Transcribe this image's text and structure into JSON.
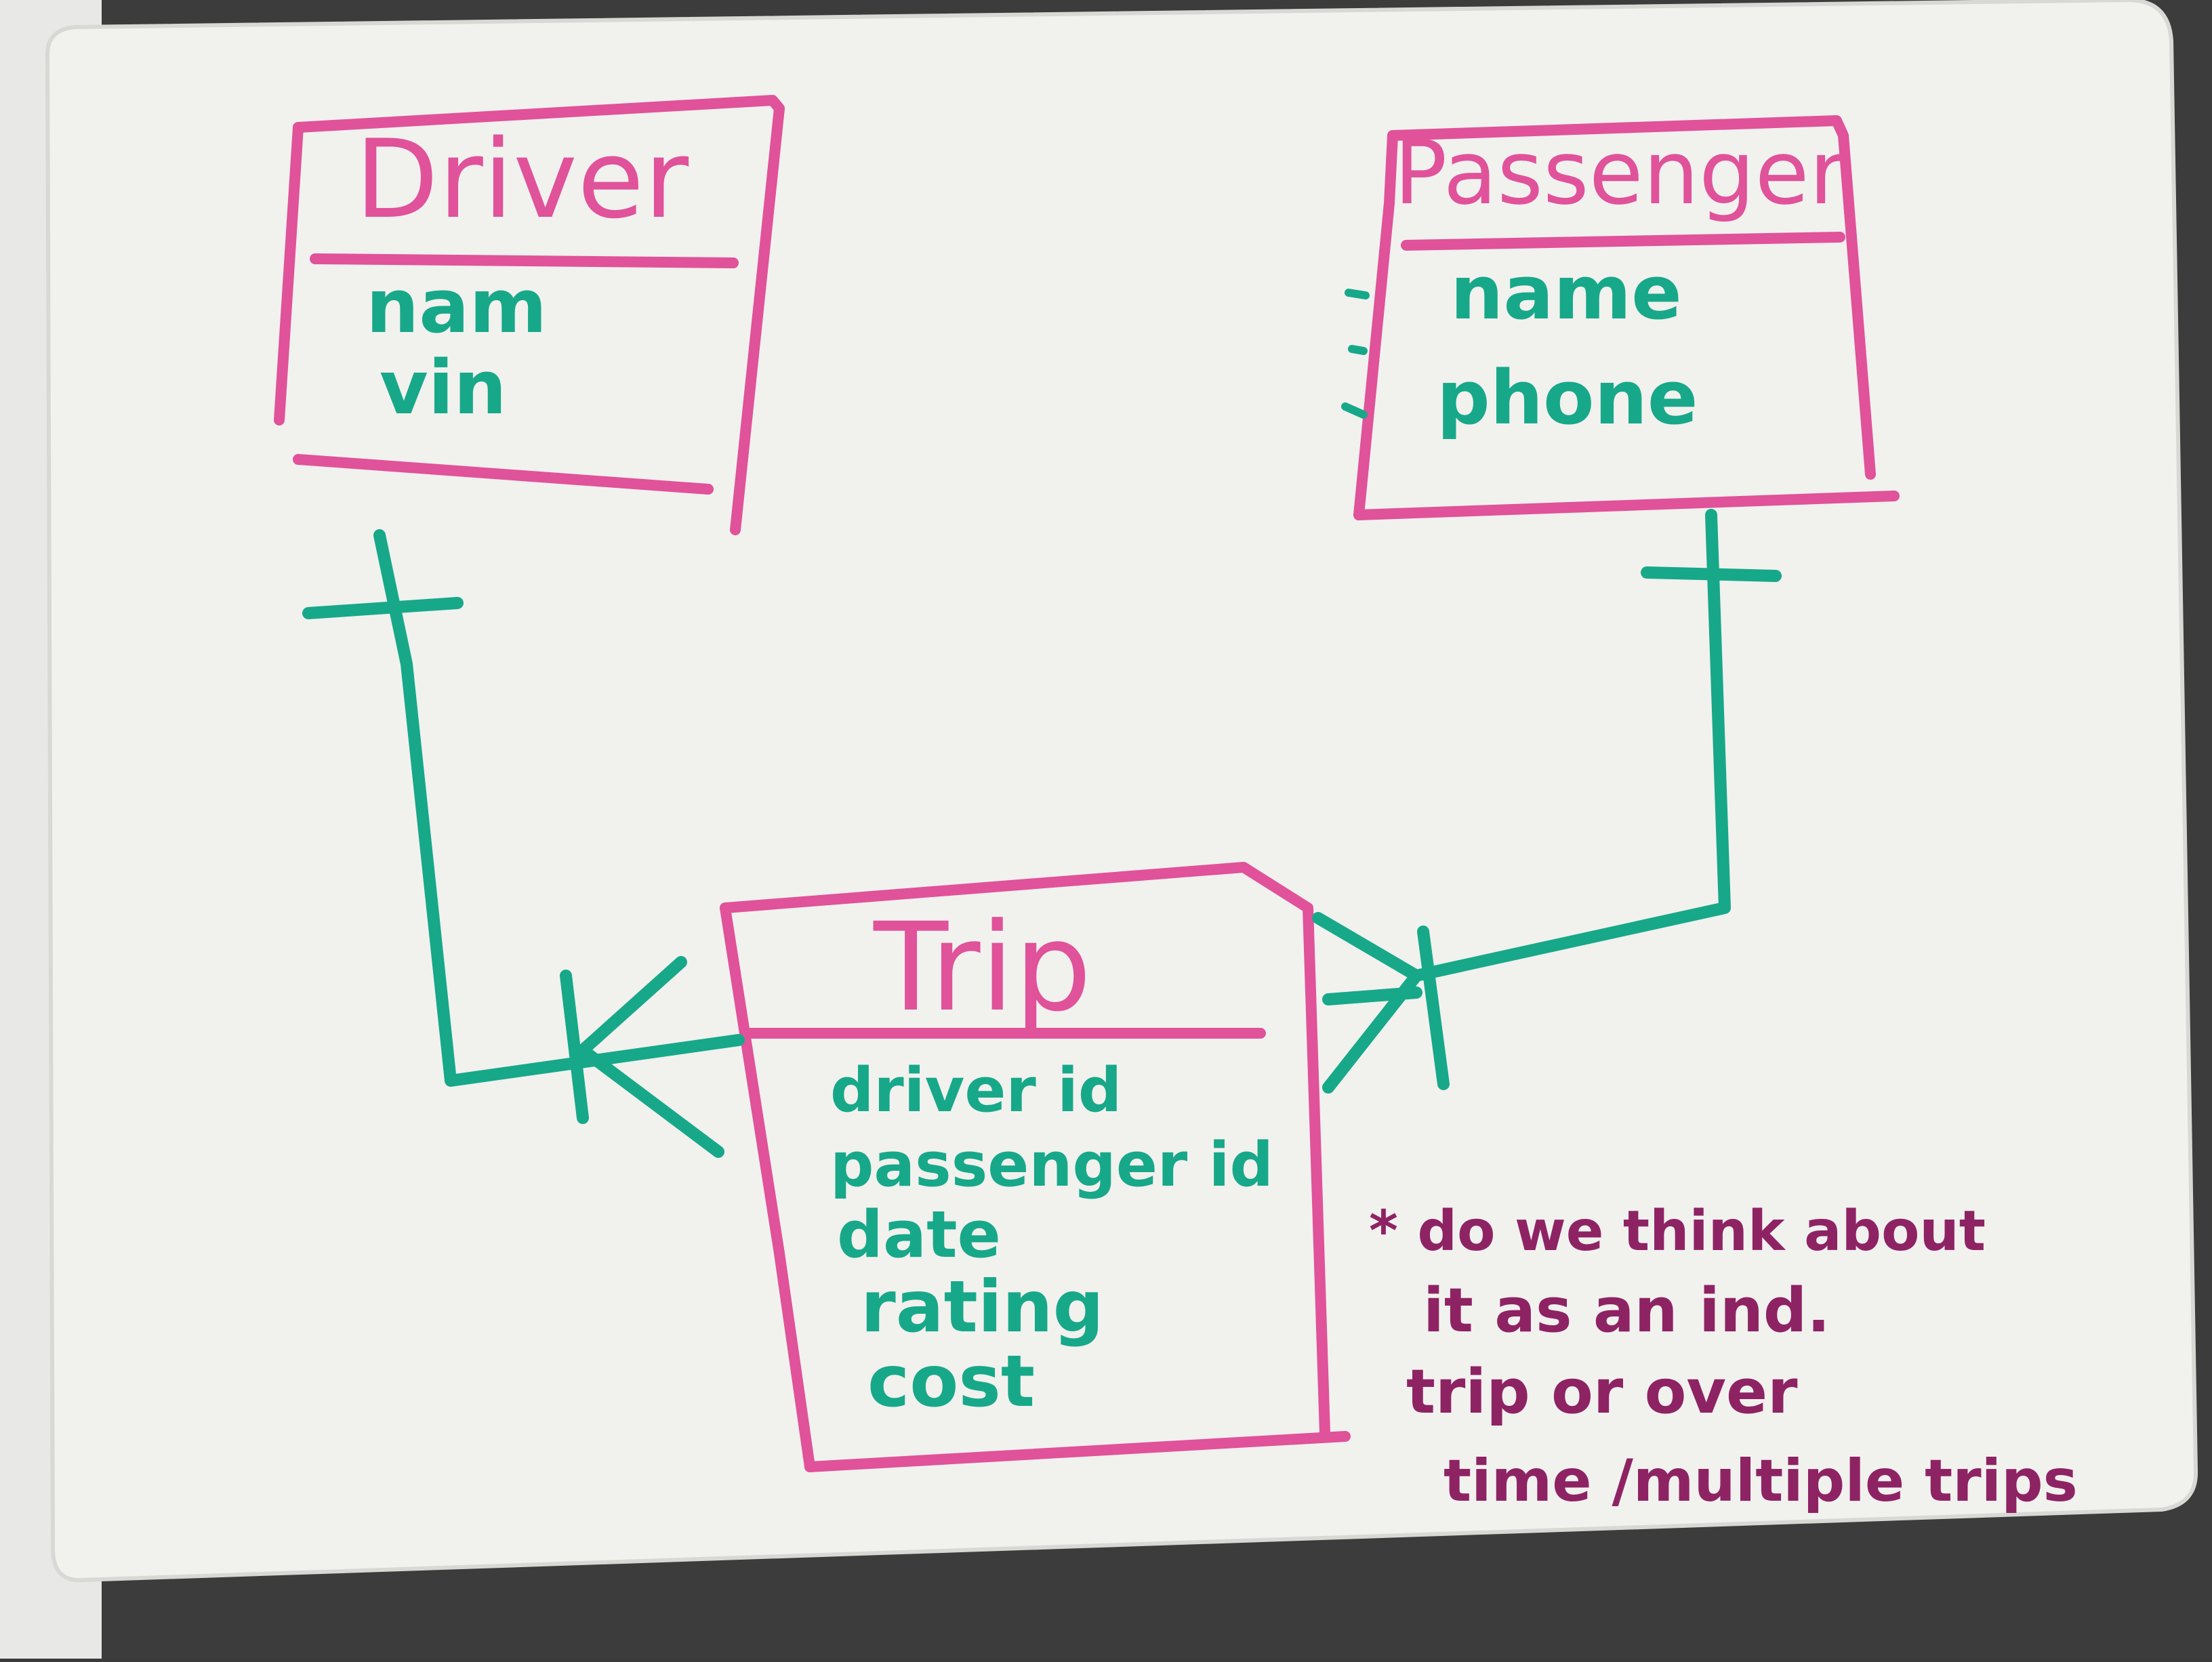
{
  "colors": {
    "ink_pink": "#e0529a",
    "ink_green": "#17a889",
    "ink_maroon": "#8e2364",
    "board": "#f1f1ee",
    "background": "#3a3a3a"
  },
  "entities": {
    "driver": {
      "title": "Driver",
      "attributes": [
        "nam",
        "vin"
      ]
    },
    "passenger": {
      "title": "Passenger",
      "attributes": [
        "name",
        "phone"
      ]
    },
    "trip": {
      "title": "Trip",
      "attributes": [
        "driver id",
        "passenger id",
        "date",
        "rating",
        "cost"
      ]
    }
  },
  "relationships": [
    {
      "from": "driver",
      "to": "trip",
      "from_end": "one",
      "to_end": "many"
    },
    {
      "from": "passenger",
      "to": "trip",
      "from_end": "one",
      "to_end": "many"
    }
  ],
  "note": {
    "lines": [
      "* do we think about",
      "it as an ind.",
      "trip or over",
      "time /multiple trips"
    ]
  }
}
